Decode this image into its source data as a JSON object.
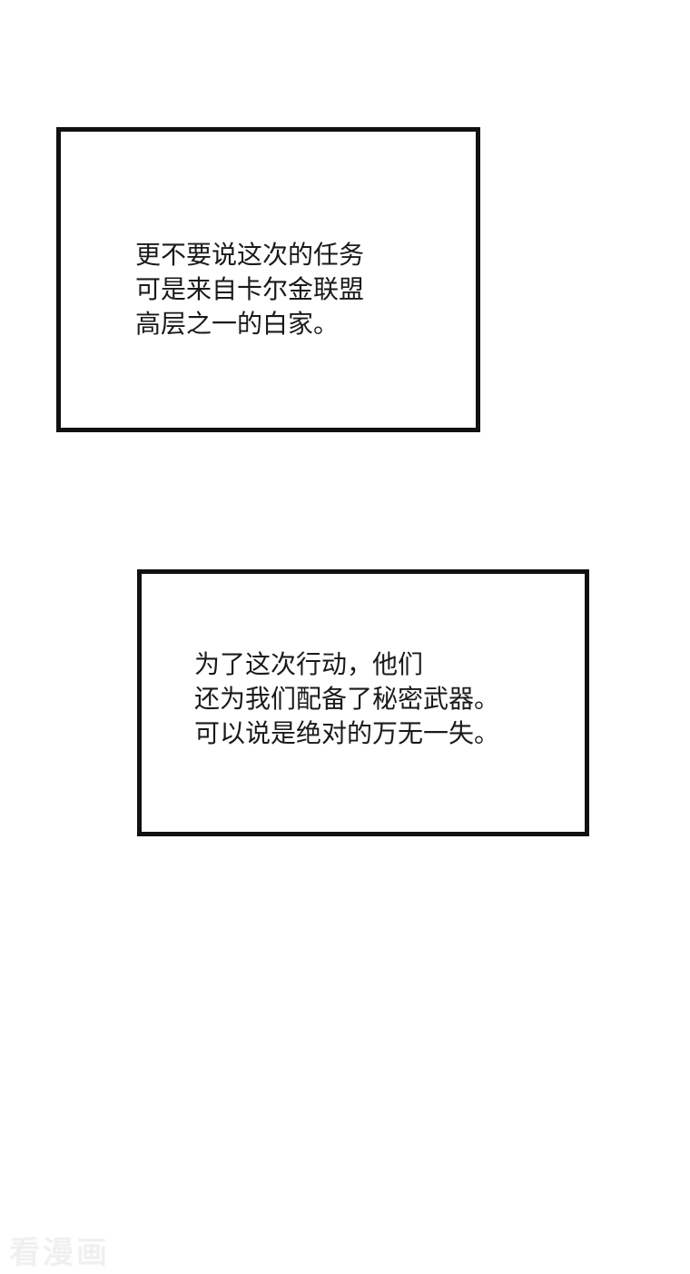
{
  "panels": [
    {
      "lines": [
        "更不要说这次的任务",
        "可是来自卡尔金联盟",
        "高层之一的白家。"
      ]
    },
    {
      "lines": [
        "为了这次行动，他们",
        "还为我们配备了秘密武器。",
        "可以说是绝对的万无一失。"
      ]
    }
  ],
  "watermark": "看漫画",
  "colors": {
    "background": "#ffffff",
    "border": "#111111",
    "text": "#1a1a1a"
  }
}
